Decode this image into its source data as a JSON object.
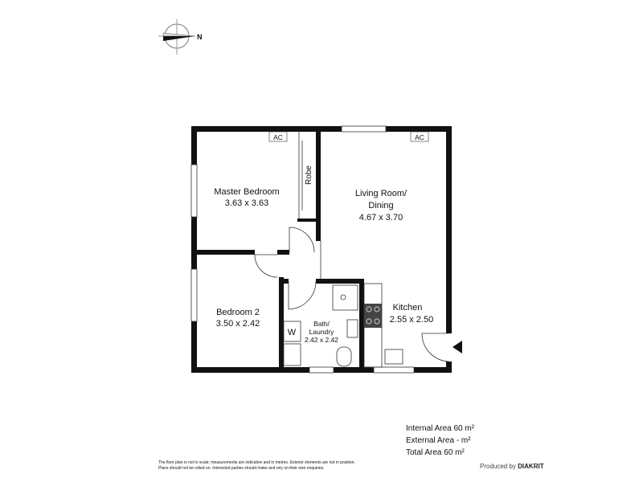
{
  "compass": {
    "label": "N"
  },
  "rooms": [
    {
      "name": "Master Bedroom",
      "dims": "3.63 x 3.63"
    },
    {
      "name": "Living Room/",
      "name2": "Dining",
      "dims": "4.67 x 3.70"
    },
    {
      "name": "Kitchen",
      "dims": "2.55 x 2.50"
    },
    {
      "name": "Bedroom 2",
      "dims": "3.50 x 2.42"
    },
    {
      "name": "Bath/",
      "name2": "Laundry",
      "dims": "2.42 x 2.42"
    }
  ],
  "labels": {
    "ac": "AC",
    "robe": "Robe",
    "washer": "W"
  },
  "areas": {
    "internal": "Internal Area 60 m²",
    "external": "External Area - m²",
    "total": "Total Area 60 m²"
  },
  "disclaimer": {
    "line1": "The floor plan is not to scale; measurements are indicative and in metres. Exterior elements are not in position.",
    "line2": "Plans should not be relied on. Interested parties should make and rely on their own enquiries."
  },
  "producer": {
    "prefix": "Produced by",
    "brand": "DIAKRIT"
  }
}
